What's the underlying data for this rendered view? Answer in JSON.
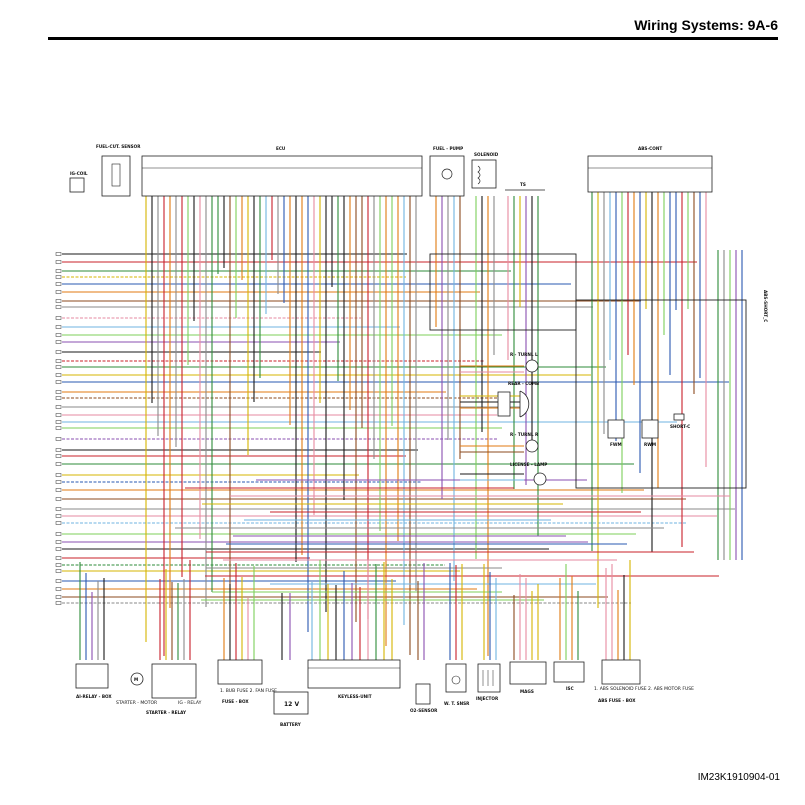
{
  "header": {
    "title": "Wiring Systems:   9A-6"
  },
  "footer": {
    "doc_code": "IM23K1910904-01"
  },
  "components": {
    "ig_coil": "IG-COIL",
    "fuel_cut_sensor": "FUEL-CUT. SENSOR",
    "ecu": "ECU",
    "fuel_pump": "FUEL - PUMP",
    "solenoid": "SOLENOID",
    "ts": "TS",
    "abs_cont": "ABS-CONT",
    "abs_short_c": "ABS-SHORT_C",
    "r_turnl_l": "R - TURNL L",
    "rear_comb": "REAR - COMB",
    "r_turnl_r": "R - TURNL R",
    "license_lamp": "LICENSE - LAMP",
    "fwm": "FWM",
    "rwm": "RWM",
    "short_c": "SHORT-C",
    "ai_relay_box": "AI-RELAY - BOX",
    "starter_relay": "STARTER - RELAY",
    "starter_motor": "STARTER - MOTOR",
    "ig_relay": "IG - RELAY",
    "fuse_box": "FUSE - BOX",
    "battery": "BATTERY",
    "battery_voltage": "12 V",
    "keyless_unit": "KEYLESS-UNIT",
    "o2_sensor": "O2-SENSOR",
    "w_t_sensor": "W. T. SNSR",
    "injector": "INJECTOR",
    "mags": "MAGS",
    "isc": "ISC",
    "abs_fuse_box": "ABS FUSE - BOX",
    "fuse_box_note": "1. BUB FUSE  2. FAN FUSE",
    "abs_fuse_note": "1. ABS SOLENOID FUSE  2. ABS MOTOR FUSE",
    "motor_symbol": "M"
  },
  "colors": {
    "black": "#1a1a1a",
    "red": "#c8202a",
    "green": "#2e8b3a",
    "yellow": "#d6b400",
    "blue": "#2a58b0",
    "orange": "#e07a10",
    "brown": "#8b4a1e",
    "gray": "#8a8a8a",
    "white": "#cfcfcf",
    "pink": "#e68aa0",
    "lightblue": "#6fb3e0",
    "lightgreen": "#7ccf5a",
    "violet": "#8a4fb0"
  }
}
